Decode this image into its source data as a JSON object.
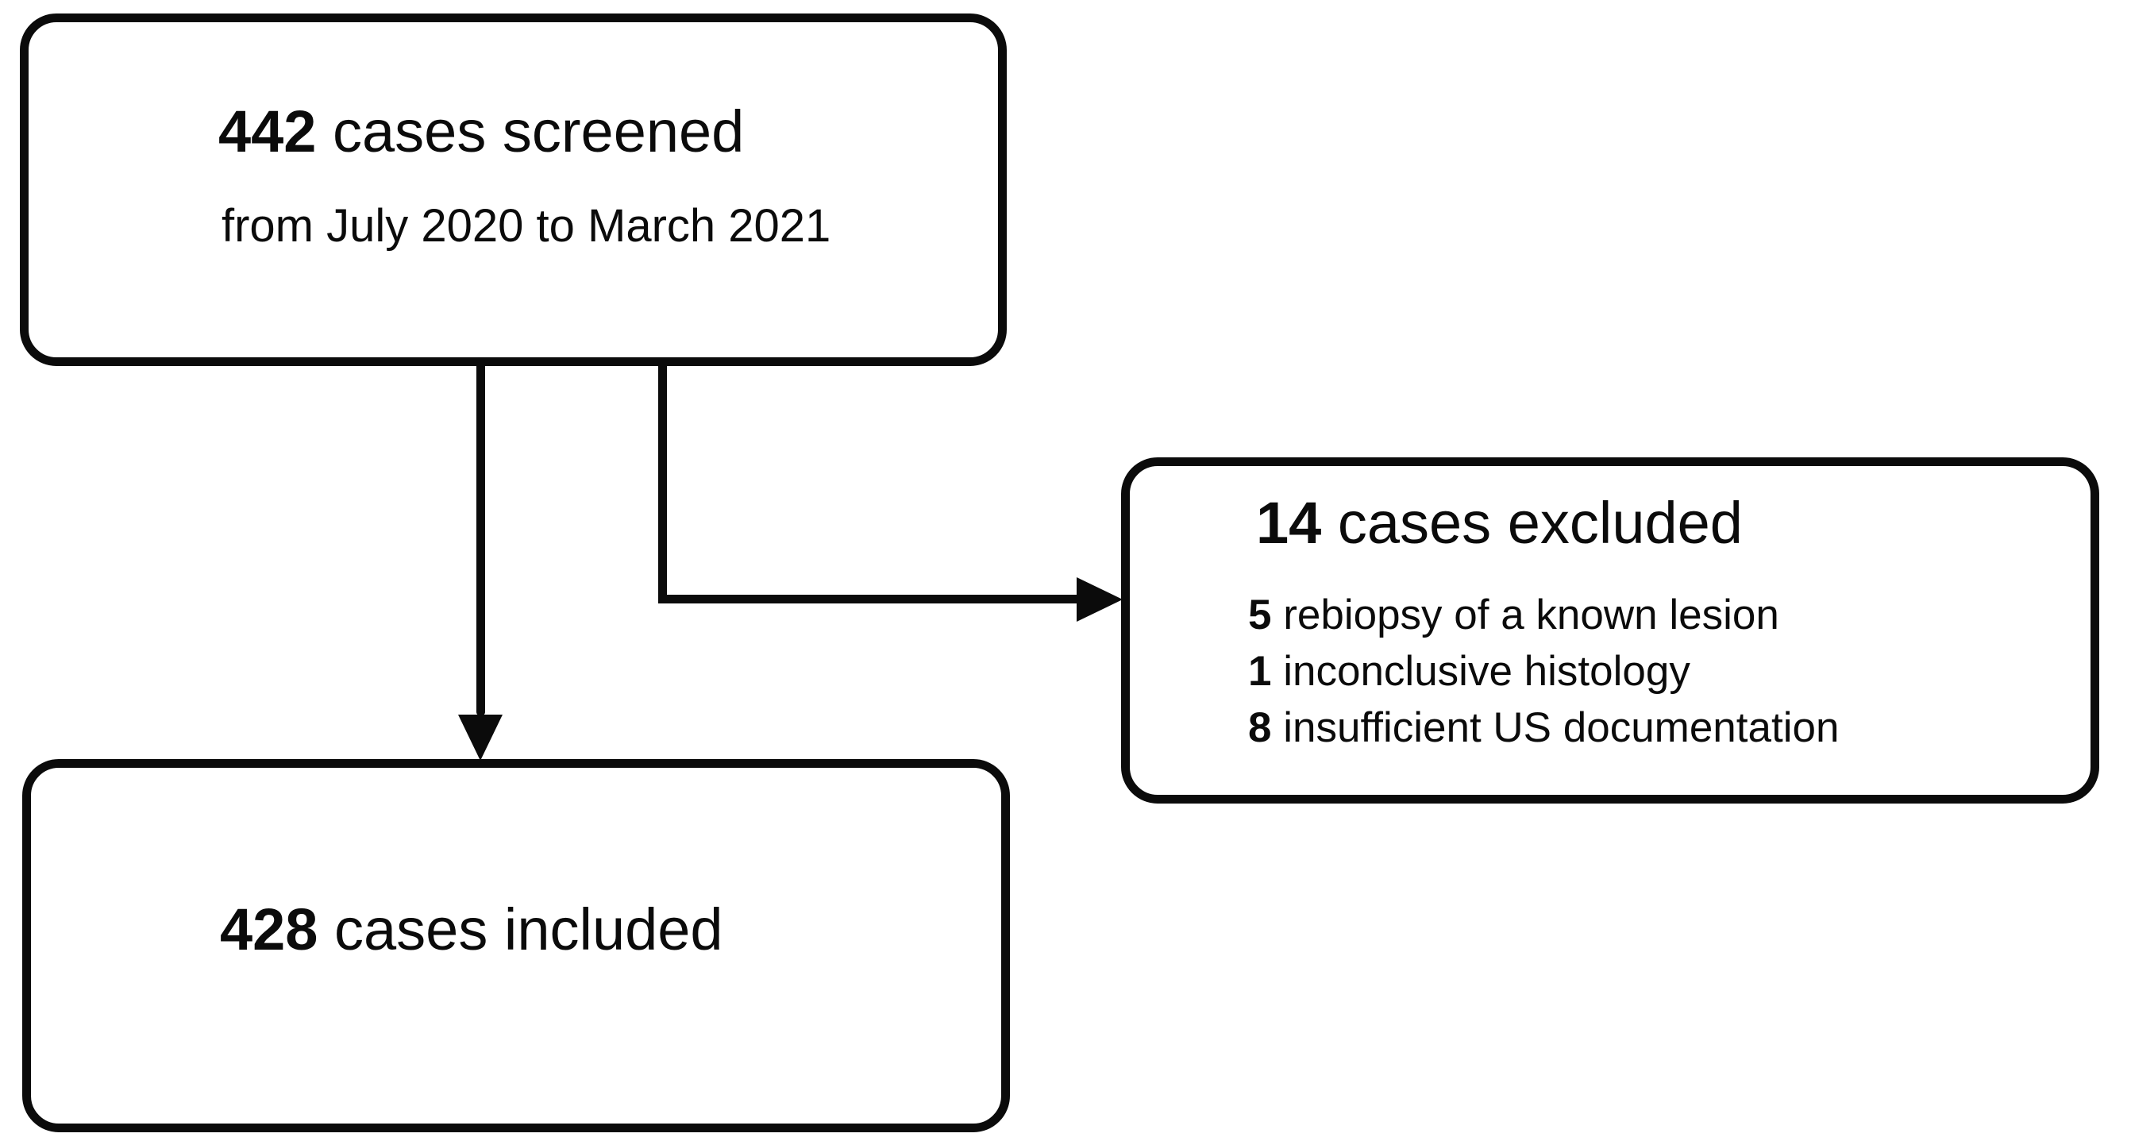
{
  "figure": {
    "background": "#ffffff",
    "ink": "#0b0b0b",
    "boxes": {
      "screened": {
        "count": "442",
        "label": "cases screened",
        "subtitle": "from July 2020 to March 2021"
      },
      "excluded": {
        "count": "14",
        "label": "cases excluded",
        "reasons": [
          {
            "count": "5",
            "text": "rebiopsy of a known lesion"
          },
          {
            "count": "1",
            "text": "inconclusive histology"
          },
          {
            "count": "8",
            "text": "insufficient US documentation"
          }
        ]
      },
      "included": {
        "count": "428",
        "label": "cases included"
      }
    }
  }
}
